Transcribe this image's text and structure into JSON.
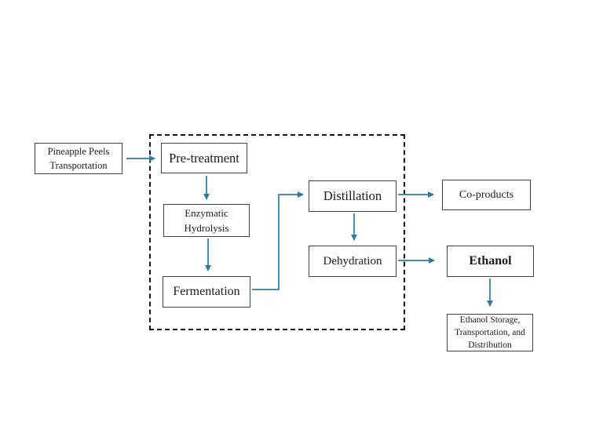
{
  "diagram": {
    "type": "flowchart",
    "colors": {
      "arrow": "#2e7ca6",
      "box_border": "#404040",
      "dashed_boundary": "#141414",
      "background": "#ffffff",
      "text": "#1a1a1a"
    },
    "nodes": {
      "pineapple": {
        "label": "Pineapple Peels\nTransportation"
      },
      "pretreatment": {
        "label": "Pre-treatment"
      },
      "enzymatic": {
        "label": "Enzymatic\nHydrolysis"
      },
      "fermentation": {
        "label": "Fermentation"
      },
      "distillation": {
        "label": "Distillation"
      },
      "dehydration": {
        "label": "Dehydration"
      },
      "coproducts": {
        "label": "Co-products"
      },
      "ethanol": {
        "label": "Ethanol"
      },
      "storage": {
        "label": "Ethanol Storage,\nTransportation, and\nDistribution"
      }
    },
    "edges": [
      {
        "from": "Pineapple Peels Transportation",
        "to": "Pre-treatment"
      },
      {
        "from": "Pre-treatment",
        "to": "Enzymatic Hydrolysis"
      },
      {
        "from": "Enzymatic Hydrolysis",
        "to": "Fermentation"
      },
      {
        "from": "Fermentation",
        "to": "Distillation"
      },
      {
        "from": "Distillation",
        "to": "Co-products"
      },
      {
        "from": "Distillation",
        "to": "Dehydration"
      },
      {
        "from": "Dehydration",
        "to": "Ethanol"
      },
      {
        "from": "Ethanol",
        "to": "Ethanol Storage, Transportation, and Distribution"
      }
    ],
    "boundary": {
      "contains": [
        "Pre-treatment",
        "Enzymatic Hydrolysis",
        "Fermentation",
        "Distillation",
        "Dehydration"
      ]
    }
  }
}
